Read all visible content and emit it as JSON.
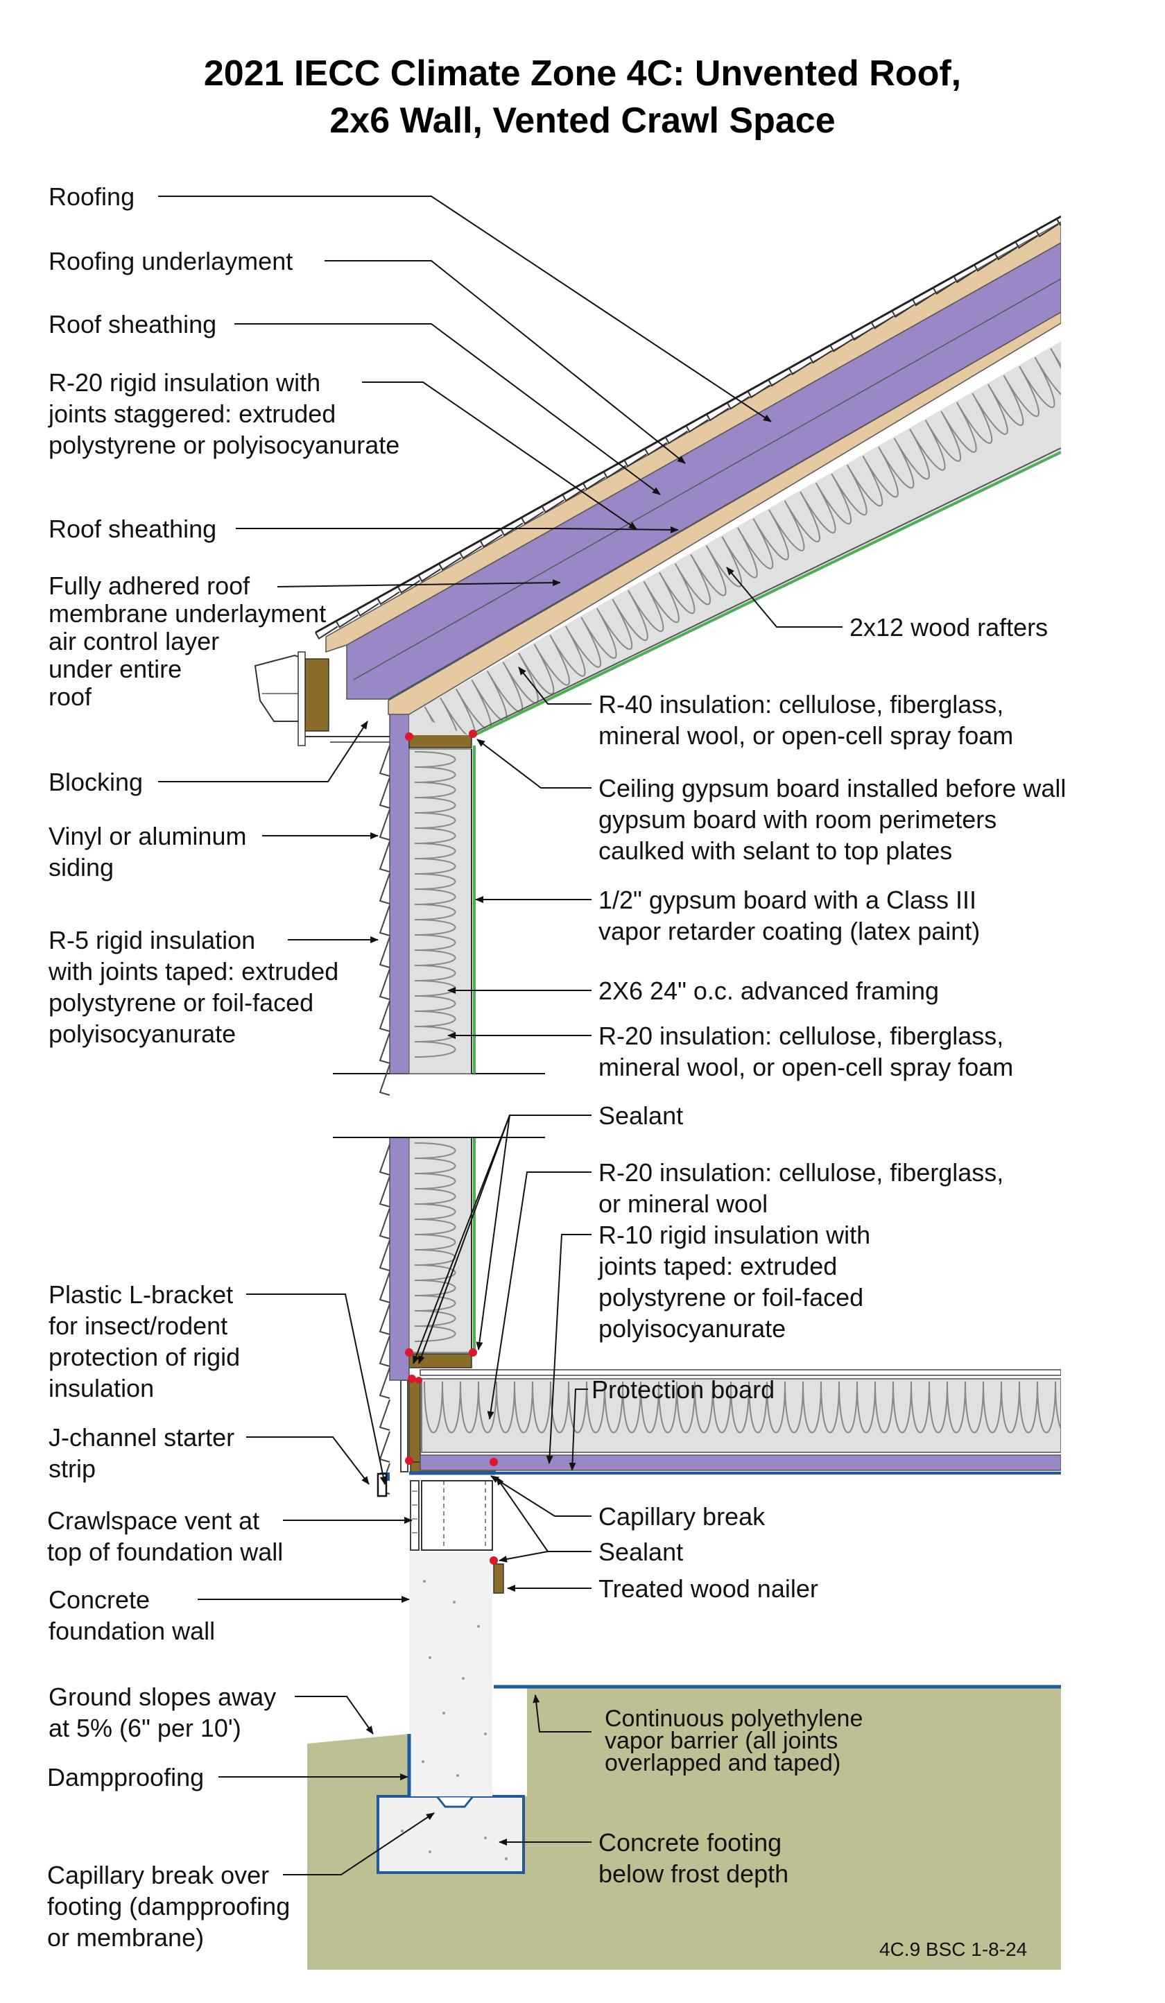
{
  "title": {
    "line1": "2021 IECC Climate Zone 4C: Unvented Roof,",
    "line2": "2x6 Wall, Vented Crawl Space"
  },
  "colors": {
    "rigid_insulation": "#9a88c6",
    "batt_insulation": "#dfe0e0",
    "wood": "#8a6d2a",
    "ground": "#bfbf94",
    "concrete": "#f0f0f0",
    "membrane_blue": "#1f5a9c",
    "vapor_green": "#4caf50",
    "sealant_red": "#d9182e",
    "roof_sheathing": "#e6c9a1"
  },
  "labels_left": {
    "roofing": "Roofing",
    "roofing_underlayment": "Roofing underlayment",
    "roof_sheathing_1": "Roof sheathing",
    "r20_rigid": "R-20 rigid insulation with\njoints staggered: extruded\npolystyrene or polyisocyanurate",
    "roof_sheathing_2": "Roof sheathing",
    "roof_membrane": "Fully adhered roof\nmembrane underlayment\nair control layer\nunder entire\nroof",
    "blocking": "Blocking",
    "siding": "Vinyl or aluminum\nsiding",
    "r5_rigid": "R-5 rigid insulation\nwith joints taped: extruded\npolystyrene or foil-faced\npolyisocyanurate",
    "l_bracket": "Plastic L-bracket\nfor insect/rodent\nprotection of rigid\ninsulation",
    "j_channel": "J-channel starter\nstrip",
    "crawl_vent": "Crawlspace vent at\ntop of foundation wall",
    "foundation_wall": "Concrete\nfoundation wall",
    "ground_slope": "Ground slopes away\nat 5% (6\" per 10')",
    "dampproofing": "Dampproofing",
    "capillary_footing": "Capillary break over\nfooting (dampproofing\nor membrane)"
  },
  "labels_right": {
    "rafters": "2x12 wood rafters",
    "r40": "R-40 insulation: cellulose, fiberglass,\nmineral wool, or open-cell spray foam",
    "ceiling_gypsum": "Ceiling gypsum board installed before wall\ngypsum board with room perimeters\ncaulked with selant to top plates",
    "wall_gypsum": "1/2\" gypsum board with a Class III\nvapor retarder coating (latex paint)",
    "framing": "2X6 24\" o.c. advanced framing",
    "r20_wall": "R-20 insulation: cellulose, fiberglass,\nmineral wool, or open-cell spray foam",
    "sealant_1": "Sealant",
    "r20_floor": "R-20 insulation: cellulose, fiberglass,\nor mineral wool",
    "r10_rigid": "R-10 rigid insulation with\njoints taped: extruded\npolystyrene or foil-faced\npolyisocyanurate",
    "protection_board": "Protection board",
    "capillary_break": "Capillary break",
    "sealant_2": "Sealant",
    "nailer": "Treated wood nailer",
    "vapor_barrier": "Continuous polyethylene\nvapor barrier (all joints\noverlapped and taped)",
    "footing": "Concrete footing\nbelow frost depth"
  },
  "reference": "4C.9 BSC 1-8-24",
  "icons": [
    "leader-arrow",
    "sealant-dot",
    "siding-lap",
    "insulation-coil"
  ]
}
